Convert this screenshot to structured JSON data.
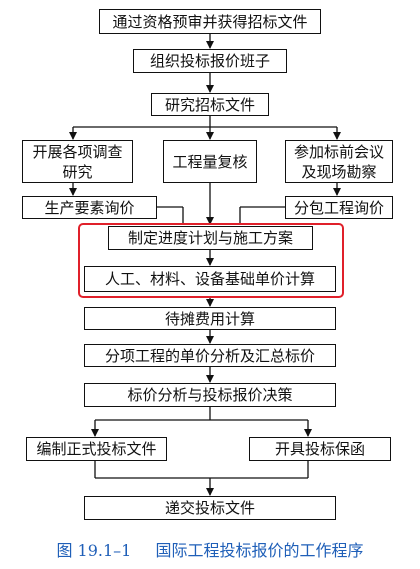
{
  "nodes": {
    "n1": "通过资格预审并获得招标文件",
    "n2": "组织投标报价班子",
    "n3": "研究招标文件",
    "n4a": "开展各项调查\n研究",
    "n4b": "工程量复核",
    "n4c": "参加标前会议\n及现场勘察",
    "n5a": "生产要素询价",
    "n5b": "分包工程询价",
    "n6": "制定进度计划与施工方案",
    "n7": "人工、材料、设备基础单价计算",
    "n8": "待摊费用计算",
    "n9": "分项工程的单价分析及汇总标价",
    "n10": "标价分析与投标报价决策",
    "n11a": "编制正式投标文件",
    "n11b": "开具投标保函",
    "n12": "递交投标文件"
  },
  "caption": {
    "number": "图 19.1–1",
    "title": "国际工程投标报价的工作程序"
  },
  "colors": {
    "highlight": "#e0202a",
    "caption": "#1f5fb8",
    "stroke": "#111111"
  }
}
